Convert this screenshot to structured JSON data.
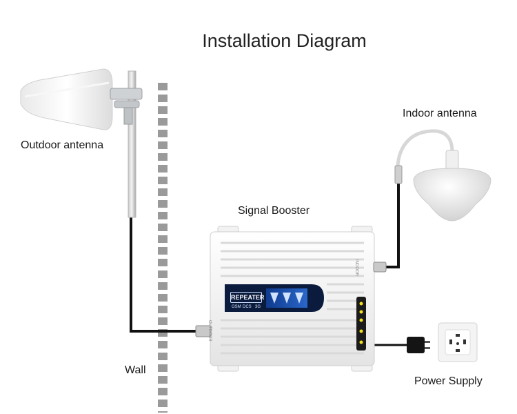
{
  "title": "Installation Diagram",
  "labels": {
    "outdoor_antenna": "Outdoor antenna",
    "indoor_antenna": "Indoor antenna",
    "signal_booster": "Signal Booster",
    "wall": "Wall",
    "power_supply": "Power Supply"
  },
  "device": {
    "screen_brand": "REPEATER",
    "bands": [
      "GSM",
      "DCS",
      "3G"
    ],
    "port_outdoor": "OUTDOOR",
    "port_indoor": "INDOOR"
  },
  "colors": {
    "cable": "#111111",
    "screen_blue": "#1c4fa8",
    "led": "#f3e21a",
    "wall_block": "#9a9a9a"
  }
}
